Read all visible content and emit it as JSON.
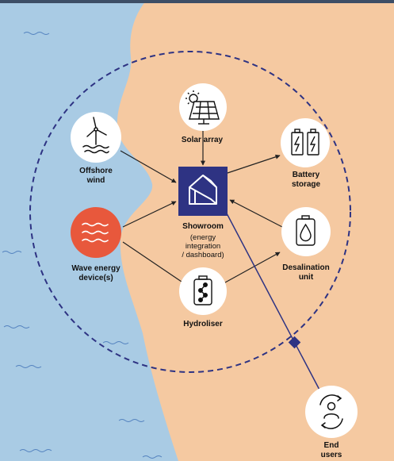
{
  "colors": {
    "sea": "#a9cbe4",
    "land": "#f5c9a1",
    "boundary": "#2e3383",
    "hub": "#2e3383",
    "wave_accent": "#e8583c"
  },
  "hub": {
    "title": "Showroom",
    "subtitle_lines": [
      "(energy",
      "integration",
      "/ dashboard)"
    ],
    "icon": "house-outline-icon"
  },
  "nodes": [
    {
      "id": "solar",
      "label_lines": [
        "Solar array"
      ],
      "icon": "solar-panel-icon"
    },
    {
      "id": "wind",
      "label_lines": [
        "Offshore",
        "wind"
      ],
      "icon": "wind-turbine-icon"
    },
    {
      "id": "battery",
      "label_lines": [
        "Battery",
        "storage"
      ],
      "icon": "battery-icon"
    },
    {
      "id": "wave",
      "label_lines": [
        "Wave energy",
        "device(s)"
      ],
      "icon": "waves-icon"
    },
    {
      "id": "desal",
      "label_lines": [
        "Desalination",
        "unit"
      ],
      "icon": "water-drop-icon"
    },
    {
      "id": "hydro",
      "label_lines": [
        "Hydroliser"
      ],
      "icon": "hydrogen-cell-icon"
    },
    {
      "id": "users",
      "label_lines": [
        "End",
        "users"
      ],
      "icon": "user-cycle-icon"
    }
  ]
}
